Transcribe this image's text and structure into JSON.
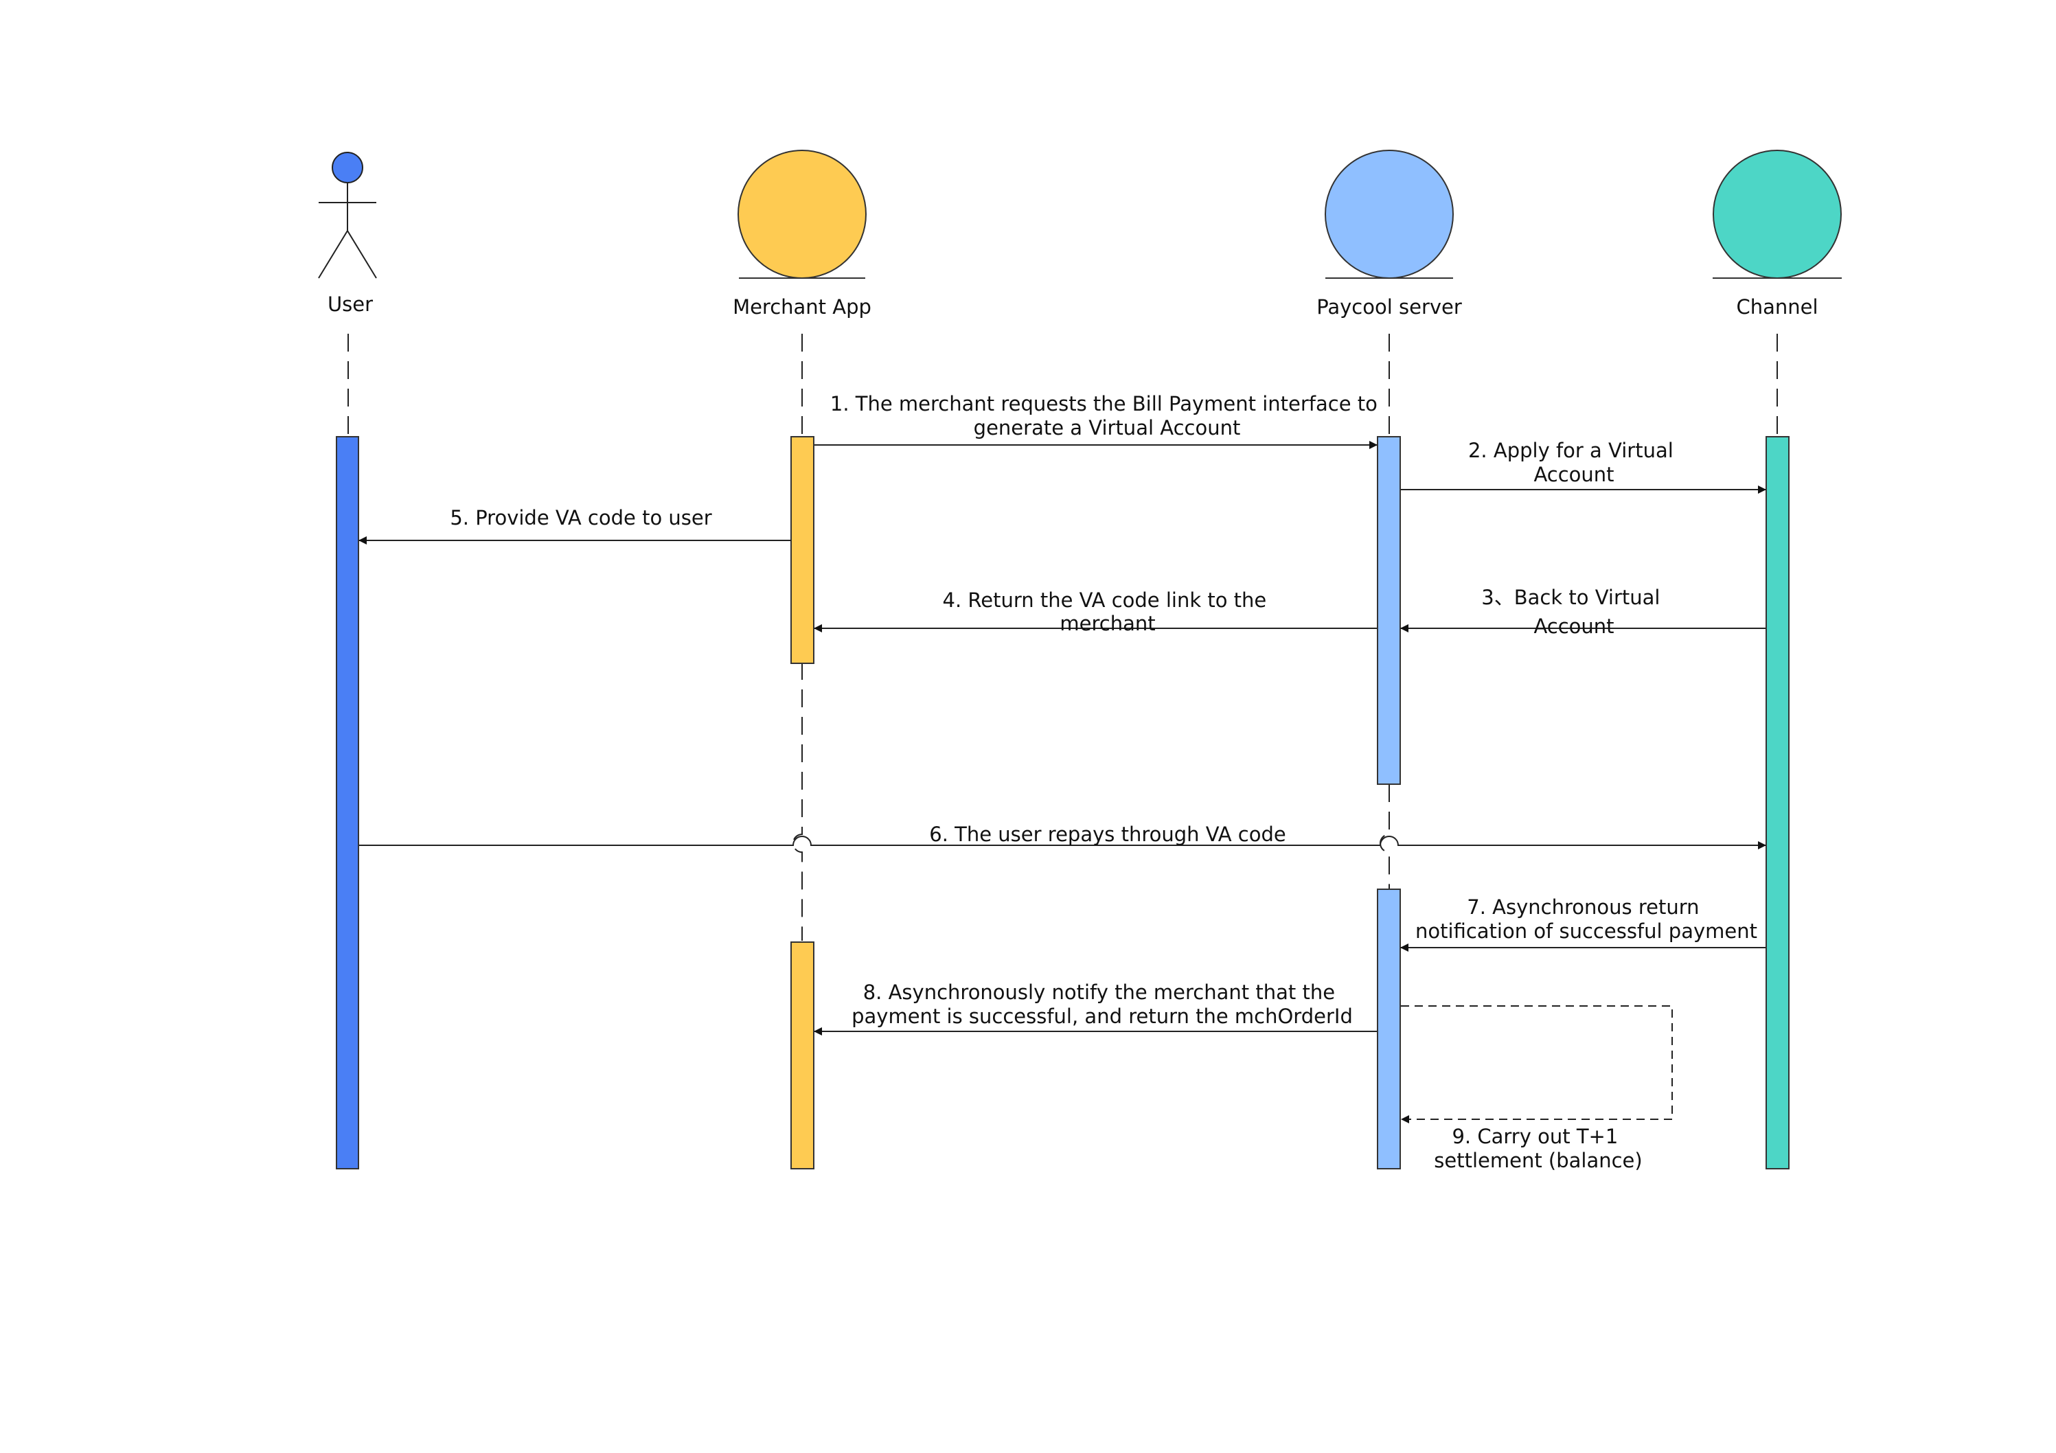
{
  "participants": [
    {
      "id": "user",
      "label": "User",
      "kind": "actor",
      "color": "#4a7ff5"
    },
    {
      "id": "merchant",
      "label": "Merchant App",
      "kind": "entity",
      "color": "#fecb52"
    },
    {
      "id": "paycool",
      "label": "Paycool server",
      "kind": "entity",
      "color": "#8fbfff"
    },
    {
      "id": "channel",
      "label": "Channel",
      "kind": "entity",
      "color": "#4dd6c6"
    }
  ],
  "messages": [
    {
      "id": "m1",
      "from": "merchant",
      "to": "paycool",
      "lines": [
        "1. The merchant requests the Bill Payment interface to",
        "generate a Virtual Account"
      ]
    },
    {
      "id": "m2",
      "from": "paycool",
      "to": "channel",
      "lines": [
        "2. Apply for a Virtual",
        "Account"
      ]
    },
    {
      "id": "m3",
      "from": "channel",
      "to": "paycool",
      "lines": [
        "3、Back to Virtual",
        "Account"
      ]
    },
    {
      "id": "m4",
      "from": "paycool",
      "to": "merchant",
      "lines": [
        "4. Return the VA code  link to the",
        "merchant"
      ]
    },
    {
      "id": "m5",
      "from": "merchant",
      "to": "user",
      "lines": [
        "5. Provide VA code to user"
      ]
    },
    {
      "id": "m6",
      "from": "user",
      "to": "channel",
      "lines": [
        "6. The user repays through VA code"
      ]
    },
    {
      "id": "m7",
      "from": "channel",
      "to": "paycool",
      "lines": [
        "7. Asynchronous return",
        "notification of successful payment"
      ]
    },
    {
      "id": "m8",
      "from": "paycool",
      "to": "merchant",
      "lines": [
        "8. Asynchronously notify the merchant that the",
        "payment is successful, and return the mchOrderId"
      ]
    },
    {
      "id": "m9",
      "from": "paycool",
      "to": "paycool",
      "self": true,
      "lines": [
        "9. Carry out T+1",
        "settlement (balance)"
      ]
    }
  ]
}
